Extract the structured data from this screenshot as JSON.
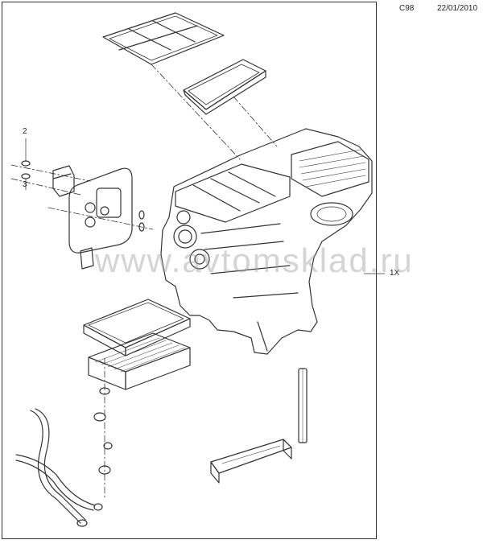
{
  "header": {
    "code": "C98",
    "date": "22/01/2010"
  },
  "callouts": {
    "c2": "2",
    "c3": "3",
    "c1x": "1X"
  },
  "watermark": "www.avtomsklad.ru"
}
